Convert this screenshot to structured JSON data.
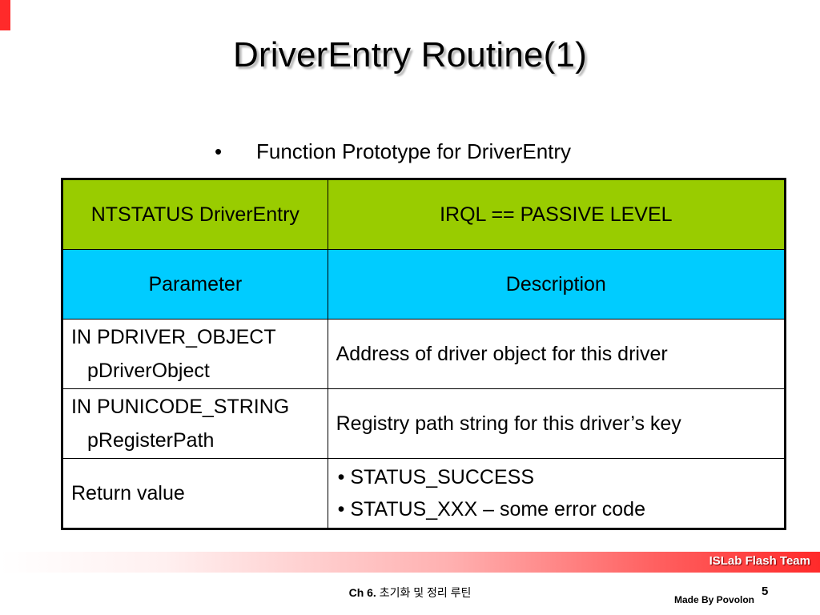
{
  "slide": {
    "title": "DriverEntry Routine(1)",
    "bullet": {
      "symbol": "•",
      "text": "Function Prototype for DriverEntry"
    },
    "table": {
      "header_row": [
        "NTSTATUS DriverEntry",
        "IRQL == PASSIVE LEVEL"
      ],
      "column_headers": [
        "Parameter",
        "Description"
      ],
      "rows": [
        {
          "param_line1": "IN PDRIVER_OBJECT",
          "param_line2": "pDriverObject",
          "description": "Address of driver object for this driver"
        },
        {
          "param_line1": "IN PUNICODE_STRING",
          "param_line2": "pRegisterPath",
          "description": "Registry path string for this driver’s key"
        },
        {
          "param": "Return value",
          "description_items": [
            "• STATUS_SUCCESS",
            "• STATUS_XXX – some error code"
          ]
        }
      ]
    },
    "footer": {
      "team": "ISLab Flash Team",
      "chapter_prefix": "Ch 6.",
      "chapter_title": "초기화 및 정리 루틴",
      "page": "5",
      "made_by": "Made By Povolon"
    }
  },
  "colors": {
    "header_row_bg": "#99cc00",
    "column_header_bg": "#00ccff",
    "accent_red": "#ff2a2a"
  }
}
